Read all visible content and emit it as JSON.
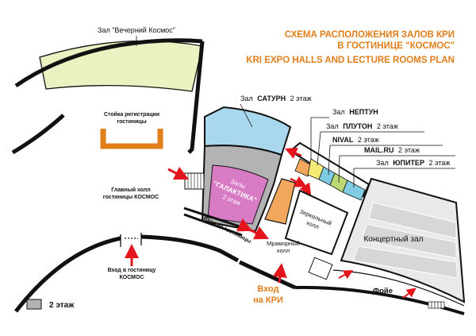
{
  "header": {
    "title_ru_1": "СХЕМА РАСПОЛОЖЕНИЯ ЗАЛОВ КРИ",
    "title_ru_2": "В ГОСТИНИЦЕ \"КОСМОС\"",
    "title_en": "KRI EXPO HALLS AND LECTURE ROOMS PLAN"
  },
  "labels": {
    "vecherniy_kosmos": "Зал \"Вечерний Космос\"",
    "reception_1": "Стойка регистрации",
    "reception_2": "гостиницы",
    "main_hall_1": "Главный холл",
    "main_hall_2": "гостиницы КОСМОС",
    "entrance_hotel_1": "Вход в гостиницу",
    "entrance_hotel_2": "КОСМОС",
    "exit_hotel": "Вход из гостиницы",
    "saturn_prefix": "Зал",
    "saturn_name": "САТУРН",
    "saturn_floor": "2 этаж",
    "neptun_prefix": "Зал",
    "neptun_name": "НЕПТУН",
    "pluton_prefix": "Зал",
    "pluton_name": "ПЛУТОН",
    "pluton_floor": "2 этаж",
    "nival_name": "NIVAL",
    "nival_floor": "2 этаж",
    "mailru_name": "MAIL.RU",
    "mailru_floor": "2 этаж",
    "jupiter_prefix": "Зал",
    "jupiter_name": "ЮПИТЕР",
    "jupiter_floor": "2 этаж",
    "galaktika_1": "Залы",
    "galaktika_2": "\"ГАЛАКТИКА\"",
    "galaktika_3": "2 этаж",
    "mirror_hall_1": "Зеркальный",
    "mirror_hall_2": "холл",
    "marble_hall_1": "Мраморный",
    "marble_hall_2": "холл",
    "concert_hall": "Концертный зал",
    "foyer": "Фойе",
    "kri_entrance_1": "Вход",
    "kri_entrance_2": "на КРИ",
    "legend": "2 этаж"
  },
  "colors": {
    "accent_orange": "#e07e1b",
    "lime_hall": "#eaf2c2",
    "saturn_blue": "#a9d8ee",
    "gray_second_floor": "#b3b3b3",
    "galaktika_pink": "#d87bc5",
    "orange_room": "#f2a85c",
    "yellow_room": "#f6ea76",
    "cyan_room": "#7fcbe3",
    "green_room": "#bcd977",
    "arrow_red": "#e3141b",
    "concert_gray": "#e9e9e9"
  }
}
